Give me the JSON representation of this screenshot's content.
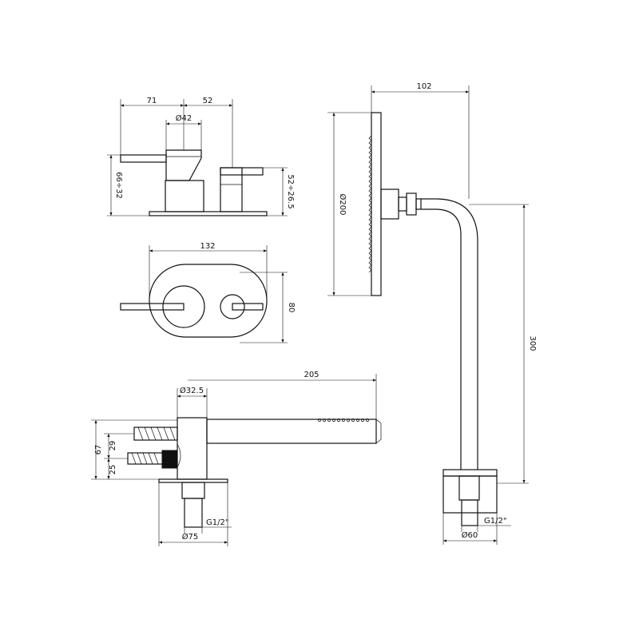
{
  "dimensions": {
    "mixer_left_reach": "71",
    "mixer_right_reach": "52",
    "mixer_handle_diameter": "Ø42",
    "mixer_left_height": "66÷32",
    "mixer_right_height": "52÷26.5",
    "plate_width": "132",
    "plate_height": "80",
    "shower_head_depth": "102",
    "shower_head_diameter": "Ø200",
    "arm_height": "300",
    "hand_shower_length": "205",
    "hand_shower_diameter": "Ø32.5",
    "outlet_total_height": "67",
    "outlet_upper": "29",
    "outlet_lower": "25",
    "thread_left": "G1/2\"",
    "base_left_diameter": "Ø75",
    "thread_right": "G1/2\"",
    "base_right_diameter": "Ø60"
  }
}
